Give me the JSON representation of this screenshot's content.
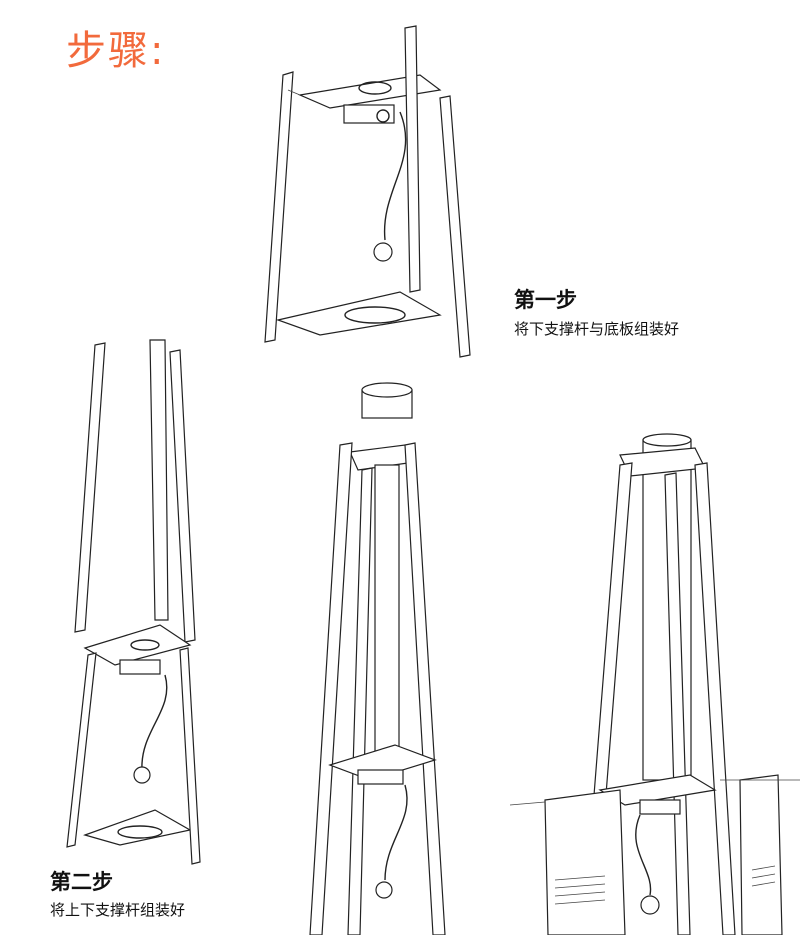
{
  "title": "步骤:",
  "steps": [
    {
      "heading": "第一步",
      "description": "将下支撑杆与底板组装好"
    },
    {
      "heading": "第二步",
      "description": "将上下支撑杆组装好"
    }
  ],
  "colors": {
    "title": "#f26a3c",
    "text": "#111111",
    "lines": "#222222"
  }
}
